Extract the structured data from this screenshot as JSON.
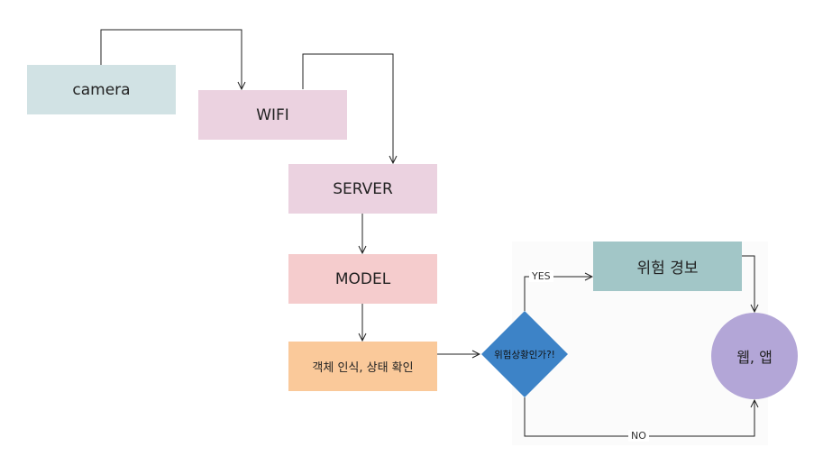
{
  "nodes": {
    "camera": {
      "label": "camera",
      "color": "#d1e2e4"
    },
    "wifi": {
      "label": "WIFI",
      "color": "#ebd2e0"
    },
    "server": {
      "label": "SERVER",
      "color": "#ebd2e0"
    },
    "model": {
      "label": "MODEL",
      "color": "#f5cccd"
    },
    "detect": {
      "label": "객체 인식, 상태 확인",
      "color": "#fac99a"
    },
    "decision": {
      "label": "위험상황인가?!",
      "color": "#3d83c7"
    },
    "alert": {
      "label": "위험 경보",
      "color": "#a2c6c7"
    },
    "webapp": {
      "label": "웹, 앱",
      "color": "#b3a6d7"
    }
  },
  "edges": {
    "yes_label": "YES",
    "no_label": "NO"
  }
}
